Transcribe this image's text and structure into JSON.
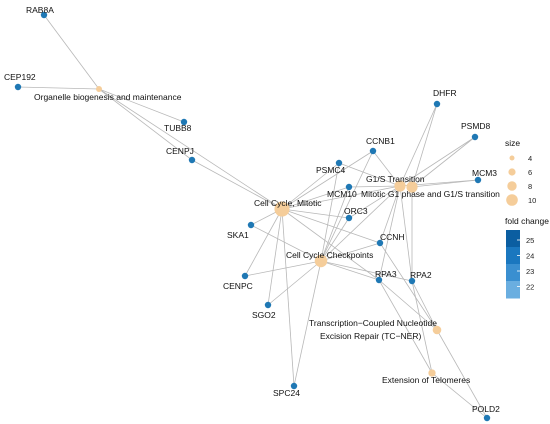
{
  "network": {
    "gene_color": "#1f78b4",
    "pathway_color": "#f5cd9a",
    "edge_color": "#b8b8b8",
    "pathways": [
      {
        "id": "organelle",
        "label": "Organelle biogenesis and maintenance",
        "size": 3
      },
      {
        "id": "mitotic",
        "label": "Cell Cycle, Mitotic",
        "size": 10
      },
      {
        "id": "checkpoints",
        "label": "Cell Cycle Checkpoints",
        "size": 8
      },
      {
        "id": "g1s",
        "label": "G1/S Transition",
        "size": 7
      },
      {
        "id": "mitg1s",
        "label": "Mitotic G1 phase and G1/S transition",
        "size": 7
      },
      {
        "id": "tcner",
        "label": "Transcription-Coupled Nucleotide Excision Repair (TC-NER)",
        "label_lines": [
          "Transcription−Coupled Nucleotide",
          "Excision Repair (TC−NER)"
        ],
        "size": 5
      },
      {
        "id": "telomeres",
        "label": "Extension of Telomeres",
        "size": 4
      }
    ],
    "genes": [
      {
        "id": "RAB8A",
        "label": "RAB8A"
      },
      {
        "id": "CEP192",
        "label": "CEP192"
      },
      {
        "id": "TUBB8",
        "label": "TUBB8"
      },
      {
        "id": "CENPJ",
        "label": "CENPJ"
      },
      {
        "id": "DHFR",
        "label": "DHFR"
      },
      {
        "id": "PSMD8",
        "label": "PSMD8"
      },
      {
        "id": "CCNB1",
        "label": "CCNB1"
      },
      {
        "id": "MCM3",
        "label": "MCM3"
      },
      {
        "id": "PSMC4",
        "label": "PSMC4"
      },
      {
        "id": "MCM10",
        "label": "MCM10"
      },
      {
        "id": "ORC3",
        "label": "ORC3"
      },
      {
        "id": "SKA1",
        "label": "SKA1"
      },
      {
        "id": "CCNH",
        "label": "CCNH"
      },
      {
        "id": "CENPC",
        "label": "CENPC"
      },
      {
        "id": "RPA3",
        "label": "RPA3"
      },
      {
        "id": "RPA2",
        "label": "RPA2"
      },
      {
        "id": "SGO2",
        "label": "SGO2"
      },
      {
        "id": "SPC24",
        "label": "SPC24"
      },
      {
        "id": "POLD2",
        "label": "POLD2"
      }
    ],
    "edges": [
      [
        "RAB8A",
        "organelle"
      ],
      [
        "CEP192",
        "organelle"
      ],
      [
        "TUBB8",
        "organelle"
      ],
      [
        "CENPJ",
        "organelle"
      ],
      [
        "organelle",
        "mitotic"
      ],
      [
        "CENPJ",
        "mitotic"
      ],
      [
        "PSMC4",
        "mitotic"
      ],
      [
        "ORC3",
        "mitotic"
      ],
      [
        "SKA1",
        "mitotic"
      ],
      [
        "CENPC",
        "mitotic"
      ],
      [
        "SGO2",
        "mitotic"
      ],
      [
        "SPC24",
        "mitotic"
      ],
      [
        "CCNB1",
        "mitotic"
      ],
      [
        "MCM10",
        "mitotic"
      ],
      [
        "CCNH",
        "mitotic"
      ],
      [
        "RPA3",
        "mitotic"
      ],
      [
        "g1s",
        "mitotic"
      ],
      [
        "SKA1",
        "checkpoints"
      ],
      [
        "CENPC",
        "checkpoints"
      ],
      [
        "SGO2",
        "checkpoints"
      ],
      [
        "SPC24",
        "checkpoints"
      ],
      [
        "PSMC4",
        "checkpoints"
      ],
      [
        "ORC3",
        "checkpoints"
      ],
      [
        "CCNB1",
        "checkpoints"
      ],
      [
        "MCM10",
        "checkpoints"
      ],
      [
        "RPA3",
        "checkpoints"
      ],
      [
        "RPA2",
        "checkpoints"
      ],
      [
        "CCNH",
        "checkpoints"
      ],
      [
        "g1s",
        "checkpoints"
      ],
      [
        "DHFR",
        "g1s"
      ],
      [
        "PSMD8",
        "g1s"
      ],
      [
        "CCNB1",
        "g1s"
      ],
      [
        "MCM3",
        "g1s"
      ],
      [
        "PSMC4",
        "g1s"
      ],
      [
        "MCM10",
        "g1s"
      ],
      [
        "ORC3",
        "g1s"
      ],
      [
        "CCNH",
        "g1s"
      ],
      [
        "RPA2",
        "g1s"
      ],
      [
        "RPA3",
        "g1s"
      ],
      [
        "DHFR",
        "mitg1s"
      ],
      [
        "PSMD8",
        "mitg1s"
      ],
      [
        "MCM3",
        "mitg1s"
      ],
      [
        "RPA2",
        "mitg1s"
      ],
      [
        "CCNH",
        "tcner"
      ],
      [
        "RPA3",
        "tcner"
      ],
      [
        "RPA2",
        "tcner"
      ],
      [
        "POLD2",
        "tcner"
      ],
      [
        "RPA3",
        "telomeres"
      ],
      [
        "RPA2",
        "telomeres"
      ],
      [
        "POLD2",
        "telomeres"
      ]
    ]
  },
  "legend": {
    "size_title": "size",
    "size_ticks": [
      4,
      6,
      8,
      10
    ],
    "fold_title": "fold change",
    "fold_ticks": [
      25,
      24,
      23,
      22
    ],
    "fold_colors": [
      "#0b5ea1",
      "#1a77bf",
      "#3a8fd0",
      "#6aaee0"
    ]
  }
}
